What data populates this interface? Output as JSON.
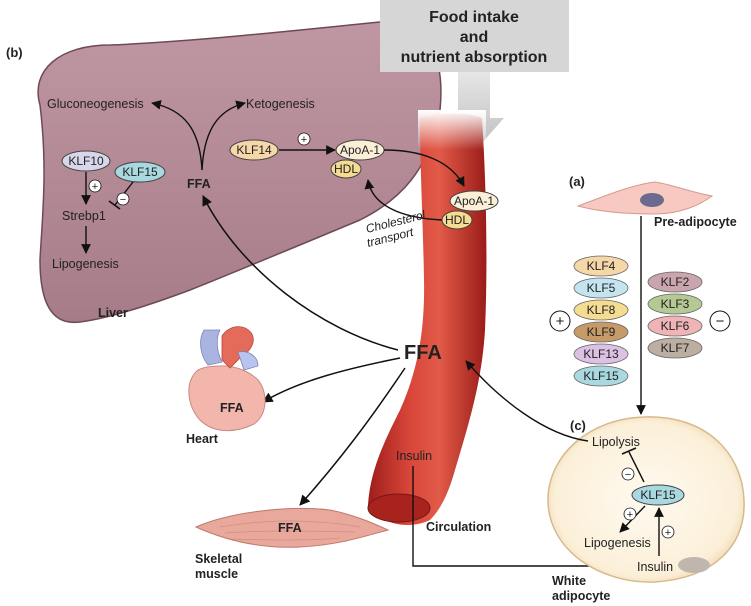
{
  "food_box": {
    "line1": "Food intake",
    "line2": "and",
    "line3": "nutrient absorption"
  },
  "panels": {
    "a": "(a)",
    "b": "(b)",
    "c": "(c)"
  },
  "liver": {
    "label": "Liver",
    "gluconeogenesis": "Gluconeogenesis",
    "ketogenesis": "Ketogenesis",
    "ffa": "FFA",
    "klf10": "KLF10",
    "klf15": "KLF15",
    "klf14": "KLF14",
    "apoa1": "ApoA-1",
    "hdl": "HDL",
    "strebp1": "Strebp1",
    "lipogenesis": "Lipogenesis"
  },
  "vessel": {
    "apoa1": "ApoA-1",
    "hdl": "HDL",
    "cholesterol_line1": "Cholesterol",
    "cholesterol_line2": "transport",
    "ffa": "FFA",
    "insulin": "Insulin",
    "circulation": "Circulation"
  },
  "heart": {
    "ffa": "FFA",
    "label": "Heart"
  },
  "muscle": {
    "ffa": "FFA",
    "label_line1": "Skeletal",
    "label_line2": "muscle"
  },
  "preadipocyte": {
    "label": "Pre-adipocyte"
  },
  "klf_positive": [
    "KLF4",
    "KLF5",
    "KLF8",
    "KLF9",
    "KLF13",
    "KLF15"
  ],
  "klf_negative": [
    "KLF2",
    "KLF3",
    "KLF6",
    "KLF7"
  ],
  "signs": {
    "plus": "+",
    "minus": "−"
  },
  "adipocyte": {
    "lipolysis": "Lipolysis",
    "klf15": "KLF15",
    "lipogenesis": "Lipogenesis",
    "insulin": "Insulin",
    "label_line1": "White",
    "label_line2": "adipocyte"
  },
  "colors": {
    "liver": "#b58b97",
    "vessel": "#c8302a",
    "gray_box": "#d4d4d4",
    "klf_orange": "#f6d7a8",
    "klf_blue": "#c4e4f0",
    "klf_yellow": "#f4dc92",
    "klf_brown": "#c79a6a",
    "klf_purple": "#dcc1e4",
    "klf_teal": "#a9d8e0",
    "klf_mauve": "#cba5ad",
    "klf_green": "#b6c893",
    "klf_pink": "#f0b3b6",
    "klf_taupe": "#bcaea1"
  }
}
